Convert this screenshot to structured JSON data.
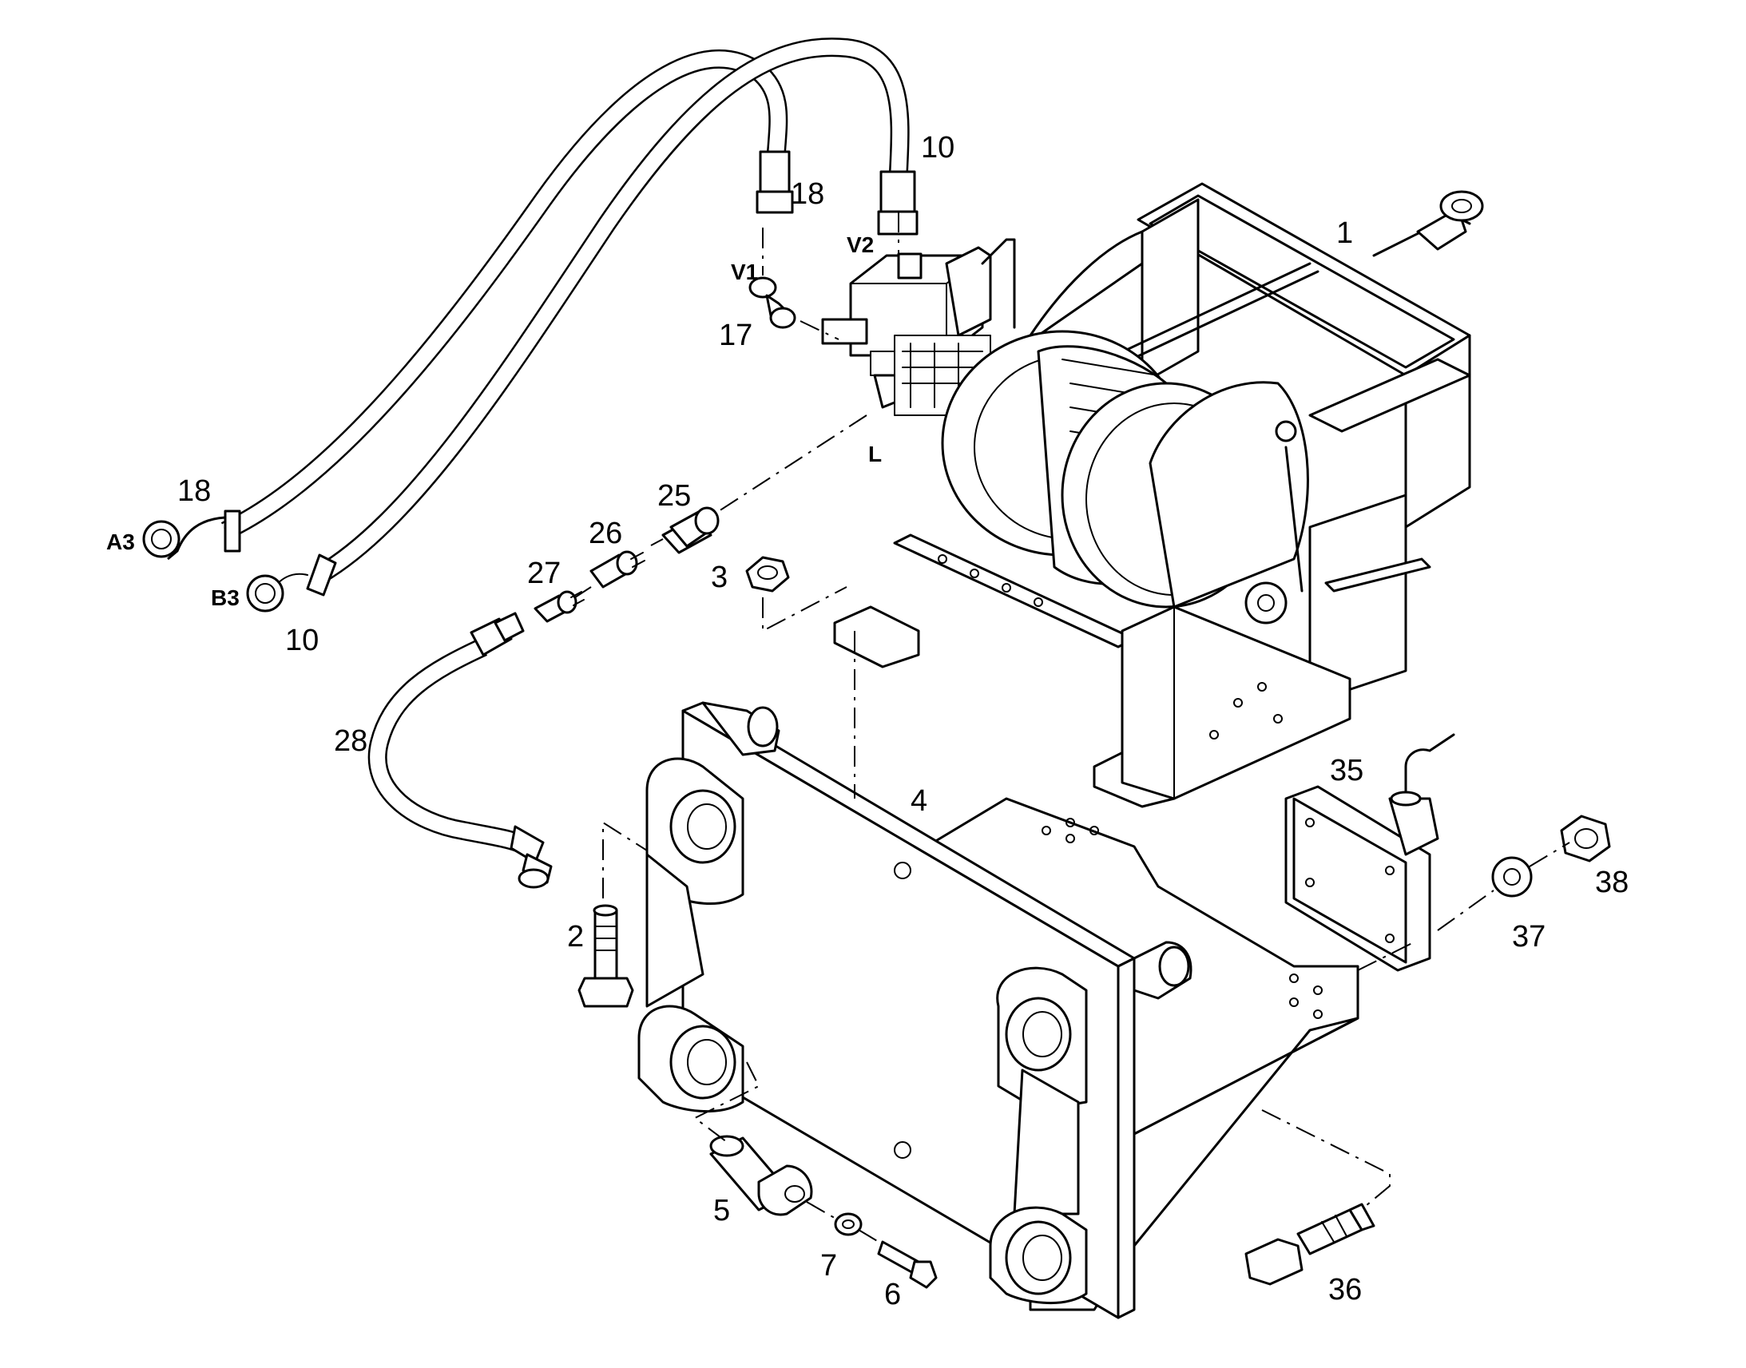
{
  "callouts": {
    "c1": "1",
    "c2": "2",
    "c3": "3",
    "c4": "4",
    "c5": "5",
    "c6": "6",
    "c7": "7",
    "c10_top": "10",
    "c10_bottom": "10",
    "c17": "17",
    "c18_top": "18",
    "c18_left": "18",
    "c25": "25",
    "c26": "26",
    "c27": "27",
    "c28": "28",
    "c35": "35",
    "c36": "36",
    "c37": "37",
    "c38": "38"
  },
  "ports": {
    "v1": "V1",
    "v2": "V2",
    "l": "L",
    "a3": "A3",
    "b3": "B3"
  }
}
